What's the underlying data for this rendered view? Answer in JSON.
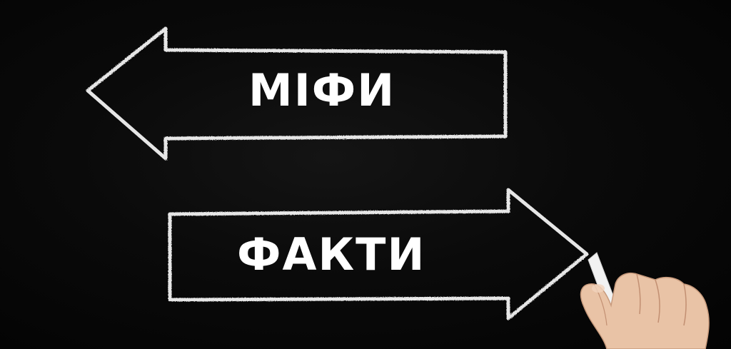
{
  "arrows": {
    "left": {
      "label": "МІФИ",
      "direction": "left"
    },
    "right": {
      "label": "ФАКТИ",
      "direction": "right"
    }
  },
  "colors": {
    "background": "#050505",
    "chalk": "#e8e8e8",
    "text": "#ffffff",
    "skin": "#e9c3a6"
  },
  "icons": {
    "hand": "hand-holding-chalk"
  }
}
